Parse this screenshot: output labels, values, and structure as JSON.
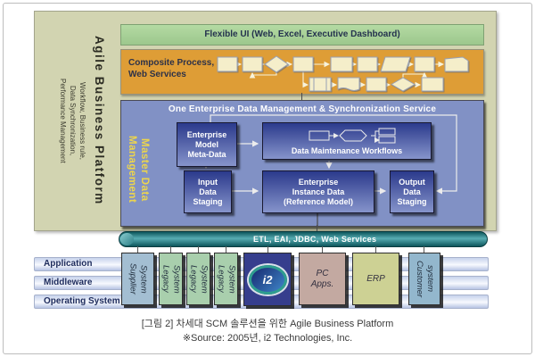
{
  "figure": {
    "caption": "[그림 2] 차세대 SCM 솔루션을 위한 Agile Business Platform",
    "source": "※Source: 2005년, i2 Technologies, Inc."
  },
  "platform": {
    "title": "Agile Business Platform",
    "subtitle_lines": [
      "Workflow, Business rule,",
      "Data Synchronization,",
      "Performance Management"
    ]
  },
  "flexible_ui": {
    "label": "Flexible UI (Web, Excel, Executive Dashboard)"
  },
  "composite_process": {
    "label_line1": "Composite Process,",
    "label_line2": "Web Services"
  },
  "edm": {
    "header": "One Enterprise Data Management & Synchronization Service",
    "side_label_lines": [
      "Master Data",
      "Management"
    ],
    "boxes": {
      "meta": [
        "Enterprise",
        "Model",
        "Meta-Data"
      ],
      "workflows": [
        "Data Maintenance Workflows"
      ],
      "input": [
        "Input",
        "Data",
        "Staging"
      ],
      "instance": [
        "Enterprise",
        "Instance Data",
        "(Reference Model)"
      ],
      "output": [
        "Output",
        "Data",
        "Staging"
      ]
    }
  },
  "integration_bus": {
    "label": "ETL, EAI, JDBC, Web Services"
  },
  "layers": [
    "Application",
    "Middleware",
    "Operating System"
  ],
  "systems": [
    {
      "id": "supplier",
      "label_lines": [
        "Supplier",
        "System"
      ],
      "color": "#a3bed2"
    },
    {
      "id": "legacy-1",
      "label_lines": [
        "Legacy",
        "System"
      ],
      "color": "#a9cfad"
    },
    {
      "id": "legacy-2",
      "label_lines": [
        "Legacy",
        "System"
      ],
      "color": "#a9cfad"
    },
    {
      "id": "legacy-3",
      "label_lines": [
        "Legacy",
        "System"
      ],
      "color": "#a9cfad"
    },
    {
      "id": "i2",
      "logo_text": "i2",
      "color": "#363e8d"
    },
    {
      "id": "pc-apps",
      "label_lines": [
        "PC",
        "Apps."
      ],
      "color": "#c3a9a1"
    },
    {
      "id": "erp",
      "label_lines": [
        "ERP"
      ],
      "color": "#cdd194"
    },
    {
      "id": "customer",
      "label_lines": [
        "Customer",
        "system"
      ],
      "color": "#93b7cd"
    }
  ],
  "colors": {
    "panel_beige": "#d2d4b1",
    "flexible_ui_green": "#a5d295",
    "composite_orange": "#de9d36",
    "edm_blue": "#8191c5",
    "edm_box_navy": "#2b3a8c",
    "mdm_yellow": "#ecd54d",
    "bus_teal": "#1d7b82",
    "flow_shape_cream": "#f5eeca"
  }
}
